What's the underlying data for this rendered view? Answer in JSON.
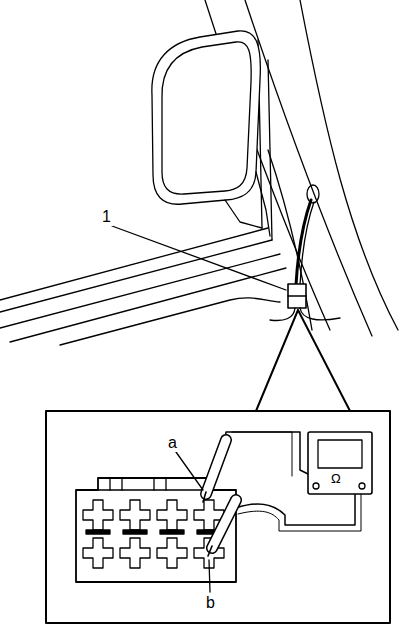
{
  "diagram": {
    "labels": [
      "1",
      "a",
      "b",
      "Ω"
    ]
  }
}
